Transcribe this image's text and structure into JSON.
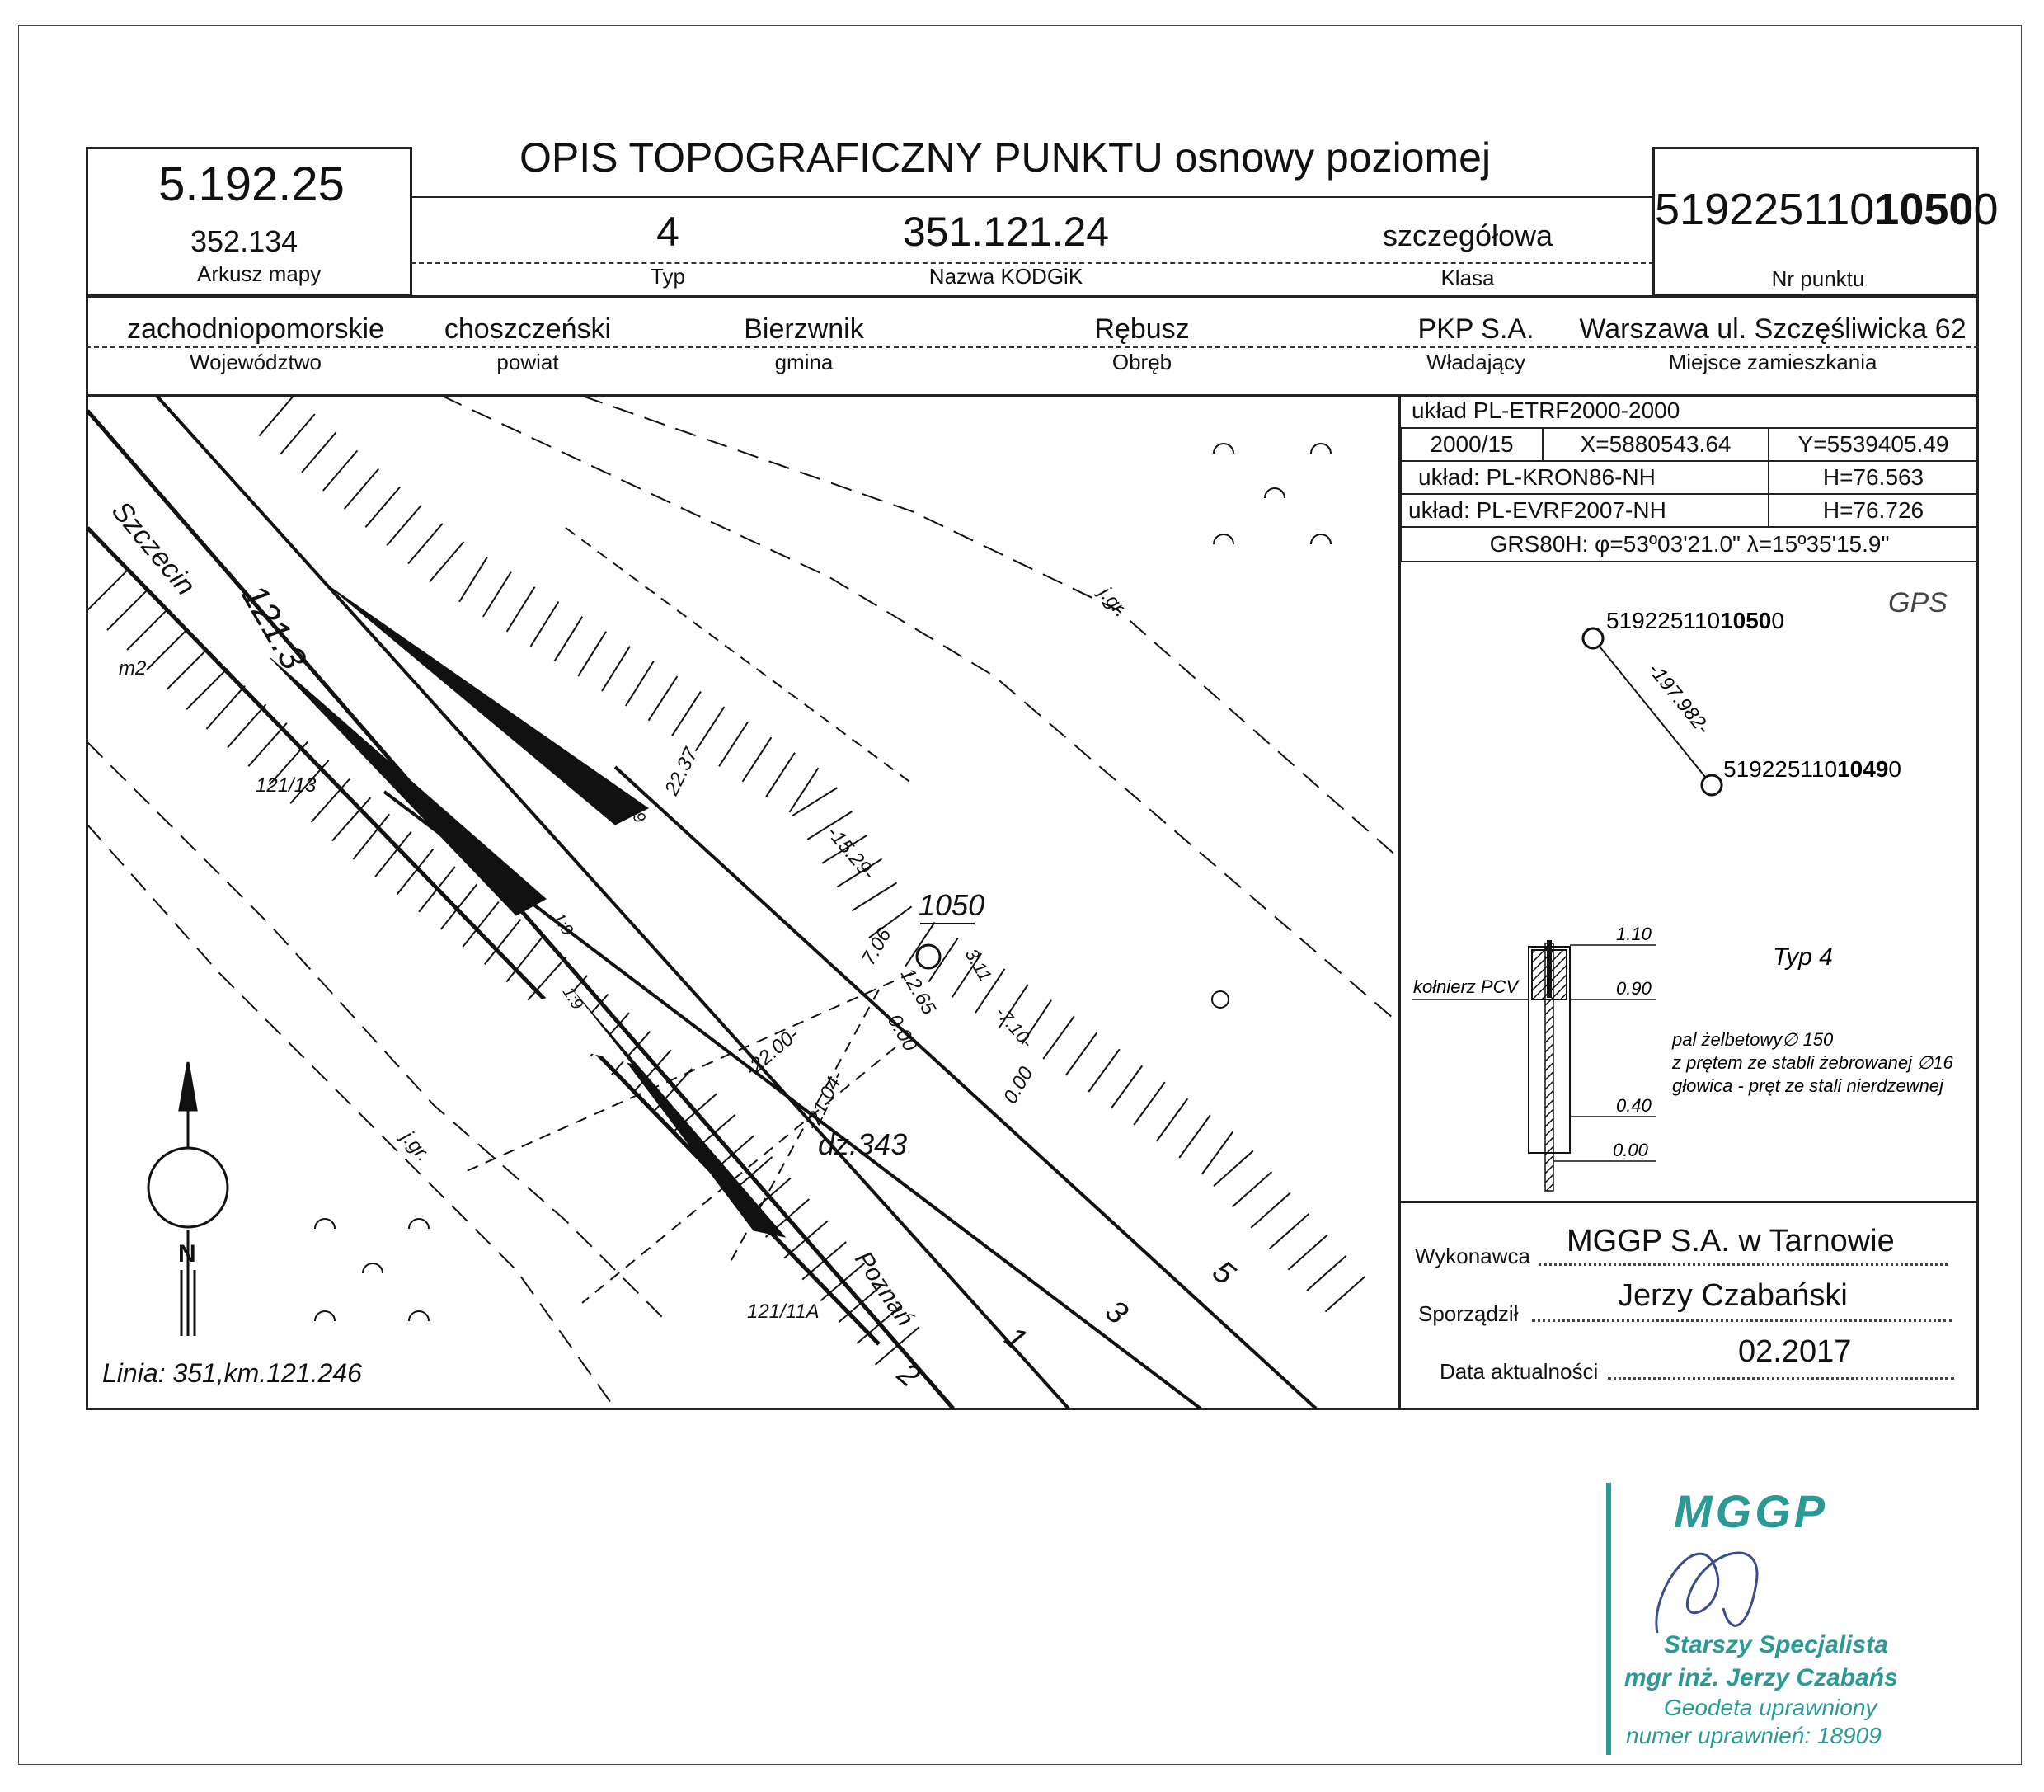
{
  "header": {
    "title": "OPIS TOPOGRAFICZNY PUNKTU osnowy poziomej",
    "sheet_number": "5.192.25",
    "sheet_sub": "352.134",
    "sheet_label": "Arkusz mapy",
    "type_value": "4",
    "type_label": "Typ",
    "kodgik_value": "351.121.24",
    "kodgik_label": "Nazwa KODGiK",
    "class_value": "szczegółowa",
    "class_label": "Klasa",
    "point_prefix": "519225110",
    "point_bold": "1050",
    "point_suffix": "0",
    "point_label": "Nr punktu"
  },
  "location": {
    "voivodeship": "zachodniopomorskie",
    "voivodeship_label": "Województwo",
    "county": "choszczeński",
    "county_label": "powiat",
    "commune": "Bierzwnik",
    "commune_label": "gmina",
    "precinct": "Rębusz",
    "precinct_label": "Obręb",
    "owner": "PKP S.A.",
    "owner_label": "Władający",
    "address": "Warszawa ul. Szczęśliwicka 62",
    "address_label": "Miejsce zamieszkania"
  },
  "coordinates": {
    "system1": "układ PL-ETRF2000-2000",
    "zone": "2000/15",
    "x": "X=5880543.64",
    "y": "Y=5539405.49",
    "system2": "układ: PL-KRON86-NH",
    "h1": "H=76.563",
    "system3": "układ: PL-EVRF2007-NH",
    "h2": "H=76.726",
    "grs": "GRS80H: φ=53º03'21.0\" λ=15º35'15.9\""
  },
  "gps_diagram": {
    "label": "GPS",
    "p1_prefix": "519225110",
    "p1_bold": "1050",
    "p1_suffix": "0",
    "p2_prefix": "519225110",
    "p2_bold": "1049",
    "p2_suffix": "0",
    "distance": "-197.982-"
  },
  "construction": {
    "type": "Typ 4",
    "flange": "kołnierz PCV",
    "d110": "1.10",
    "d090": "0.90",
    "d040": "0.40",
    "d000": "0.00",
    "desc1": "pal żelbetowy∅ 150",
    "desc2": "z prętem ze stabli żebrowanej ∅16",
    "desc3": "głowica - pręt ze stali nierdzewnej"
  },
  "map": {
    "direction_left": "Szczecin",
    "km_marker": "121.3",
    "mark_m2": "m2",
    "label_121_13": "121/13",
    "label_121_11a": "121/11A",
    "point_label": "1050",
    "parcel": "dz.343",
    "direction_right": "Poznań",
    "boundary1": "j.gr.",
    "boundary2": "j.gr.",
    "track1": "1",
    "track2": "2",
    "track3": "3",
    "track5": "5",
    "slope1": "1:9",
    "slope2": "1:9",
    "slope3": "1:9",
    "m_2237": "22.37",
    "m_1529": "-15.29-",
    "m_706": "7.06",
    "m_1265": "12.65",
    "m_311": "3.11",
    "m_710": "-7.10-",
    "m_000a": "0.00",
    "m_000b": "0.00",
    "m_2200": "-22.00-",
    "m_2104": "-21.04-",
    "line_info": "Linia: 351,km.121.246",
    "north": "N"
  },
  "footer": {
    "contractor_label": "Wykonawca",
    "contractor": "MGGP S.A.  w Tarnowie",
    "author_label": "Sporządził",
    "author": "Jerzy Czabański",
    "date_label": "Data aktualności",
    "date": "02.2017"
  },
  "stamp": {
    "logo": "MGGP",
    "line1": "Starszy Specjalista",
    "line2": "mgr inż. Jerzy Czabański",
    "line3": "Geodeta uprawniony",
    "line4": "numer uprawnień: 18909"
  },
  "colors": {
    "ink": "#111111",
    "stamp": "#2a9a95"
  }
}
